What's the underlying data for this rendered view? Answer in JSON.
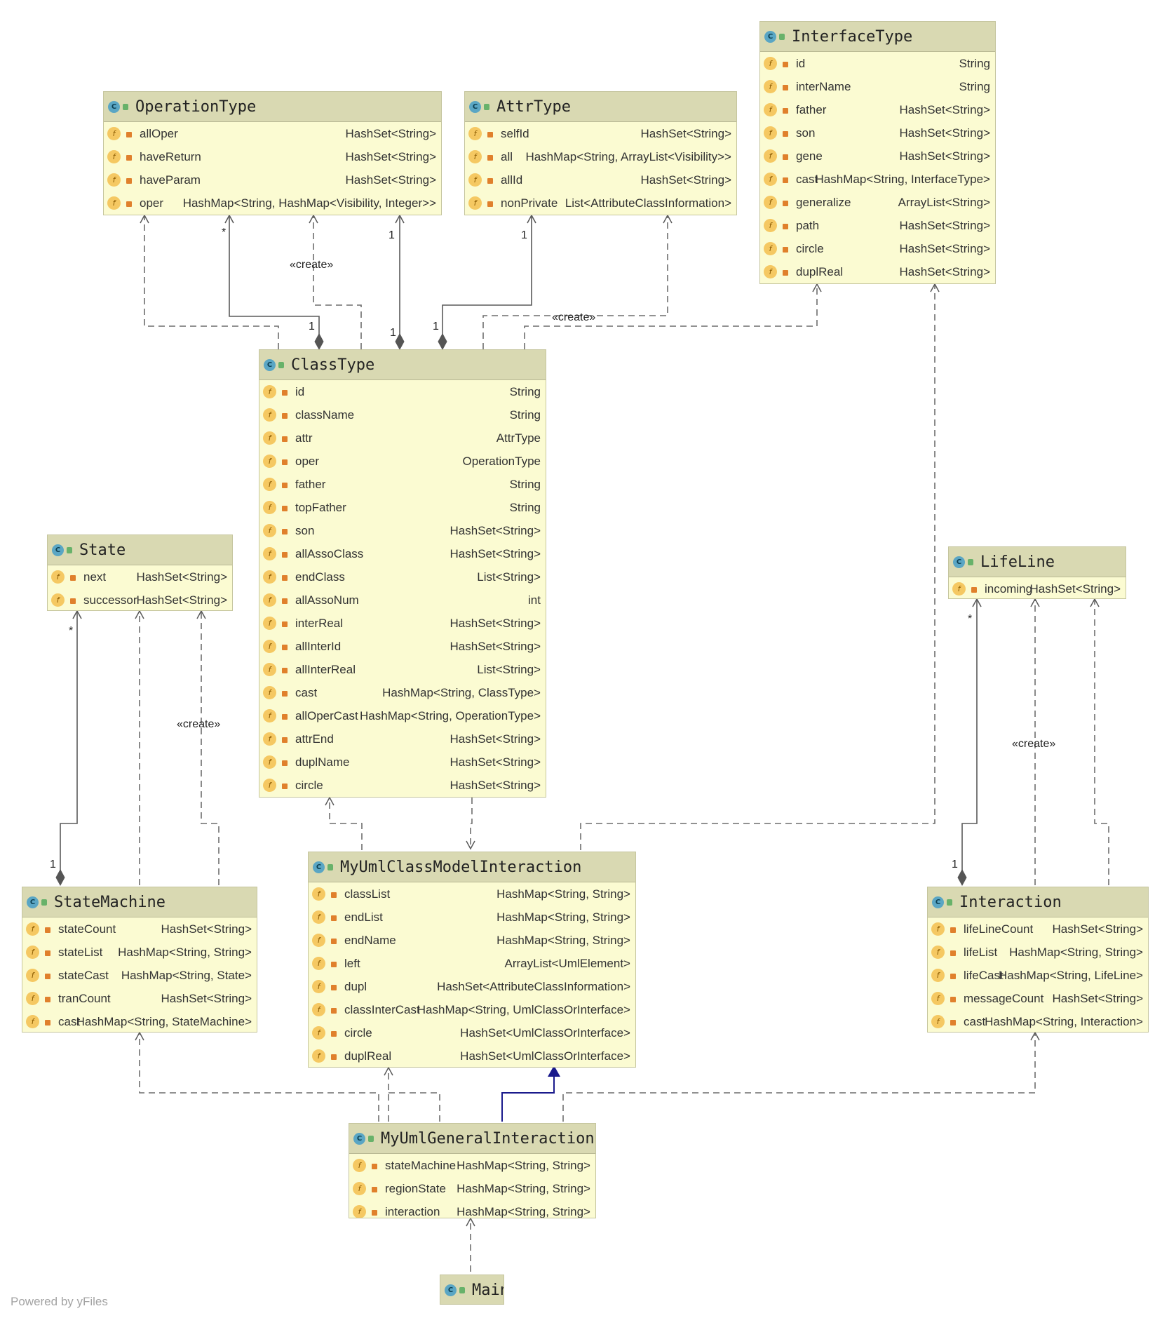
{
  "classes": {
    "interfacetype": {
      "name": "InterfaceType",
      "fields": [
        {
          "n": "id",
          "t": "String"
        },
        {
          "n": "interName",
          "t": "String"
        },
        {
          "n": "father",
          "t": "HashSet<String>"
        },
        {
          "n": "son",
          "t": "HashSet<String>"
        },
        {
          "n": "gene",
          "t": "HashSet<String>"
        },
        {
          "n": "cast",
          "t": "HashMap<String, InterfaceType>"
        },
        {
          "n": "generalize",
          "t": "ArrayList<String>"
        },
        {
          "n": "path",
          "t": "HashSet<String>"
        },
        {
          "n": "circle",
          "t": "HashSet<String>"
        },
        {
          "n": "duplReal",
          "t": "HashSet<String>"
        }
      ]
    },
    "operationtype": {
      "name": "OperationType",
      "fields": [
        {
          "n": "allOper",
          "t": "HashSet<String>"
        },
        {
          "n": "haveReturn",
          "t": "HashSet<String>"
        },
        {
          "n": "haveParam",
          "t": "HashSet<String>"
        },
        {
          "n": "oper",
          "t": "HashMap<String, HashMap<Visibility, Integer>>"
        }
      ]
    },
    "attrtype": {
      "name": "AttrType",
      "fields": [
        {
          "n": "selfId",
          "t": "HashSet<String>"
        },
        {
          "n": "all",
          "t": "HashMap<String, ArrayList<Visibility>>"
        },
        {
          "n": "allId",
          "t": "HashSet<String>"
        },
        {
          "n": "nonPrivate",
          "t": "List<AttributeClassInformation>"
        }
      ]
    },
    "classtype": {
      "name": "ClassType",
      "fields": [
        {
          "n": "id",
          "t": "String"
        },
        {
          "n": "className",
          "t": "String"
        },
        {
          "n": "attr",
          "t": "AttrType"
        },
        {
          "n": "oper",
          "t": "OperationType"
        },
        {
          "n": "father",
          "t": "String"
        },
        {
          "n": "topFather",
          "t": "String"
        },
        {
          "n": "son",
          "t": "HashSet<String>"
        },
        {
          "n": "allAssoClass",
          "t": "HashSet<String>"
        },
        {
          "n": "endClass",
          "t": "List<String>"
        },
        {
          "n": "allAssoNum",
          "t": "int"
        },
        {
          "n": "interReal",
          "t": "HashSet<String>"
        },
        {
          "n": "allInterId",
          "t": "HashSet<String>"
        },
        {
          "n": "allInterReal",
          "t": "List<String>"
        },
        {
          "n": "cast",
          "t": "HashMap<String, ClassType>"
        },
        {
          "n": "allOperCast",
          "t": "HashMap<String, OperationType>"
        },
        {
          "n": "attrEnd",
          "t": "HashSet<String>"
        },
        {
          "n": "duplName",
          "t": "HashSet<String>"
        },
        {
          "n": "circle",
          "t": "HashSet<String>"
        }
      ]
    },
    "state": {
      "name": "State",
      "fields": [
        {
          "n": "next",
          "t": "HashSet<String>"
        },
        {
          "n": "successor",
          "t": "HashSet<String>"
        }
      ]
    },
    "lifeline": {
      "name": "LifeLine",
      "fields": [
        {
          "n": "incoming",
          "t": "HashSet<String>"
        }
      ]
    },
    "myumlclassmodelinteraction": {
      "name": "MyUmlClassModelInteraction",
      "fields": [
        {
          "n": "classList",
          "t": "HashMap<String, String>"
        },
        {
          "n": "endList",
          "t": "HashMap<String, String>"
        },
        {
          "n": "endName",
          "t": "HashMap<String, String>"
        },
        {
          "n": "left",
          "t": "ArrayList<UmlElement>"
        },
        {
          "n": "dupl",
          "t": "HashSet<AttributeClassInformation>"
        },
        {
          "n": "classInterCast",
          "t": "HashMap<String, UmlClassOrInterface>"
        },
        {
          "n": "circle",
          "t": "HashSet<UmlClassOrInterface>"
        },
        {
          "n": "duplReal",
          "t": "HashSet<UmlClassOrInterface>"
        }
      ]
    },
    "statemachine": {
      "name": "StateMachine",
      "fields": [
        {
          "n": "stateCount",
          "t": "HashSet<String>"
        },
        {
          "n": "stateList",
          "t": "HashMap<String, String>"
        },
        {
          "n": "stateCast",
          "t": "HashMap<String, State>"
        },
        {
          "n": "tranCount",
          "t": "HashSet<String>"
        },
        {
          "n": "cast",
          "t": "HashMap<String, StateMachine>"
        }
      ]
    },
    "interaction": {
      "name": "Interaction",
      "fields": [
        {
          "n": "lifeLineCount",
          "t": "HashSet<String>"
        },
        {
          "n": "lifeList",
          "t": "HashMap<String, String>"
        },
        {
          "n": "lifeCast",
          "t": "HashMap<String, LifeLine>"
        },
        {
          "n": "messageCount",
          "t": "HashSet<String>"
        },
        {
          "n": "cast",
          "t": "HashMap<String, Interaction>"
        }
      ]
    },
    "myumlgeneralinteraction": {
      "name": "MyUmlGeneralInteraction",
      "fields": [
        {
          "n": "stateMachine",
          "t": "HashMap<String, String>"
        },
        {
          "n": "regionState",
          "t": "HashMap<String, String>"
        },
        {
          "n": "interaction",
          "t": "HashMap<String, String>"
        }
      ]
    },
    "main": {
      "name": "Main",
      "fields": []
    }
  },
  "labels": {
    "create1": "«create»",
    "create2": "«create»",
    "create3": "«create»",
    "create4": "«create»",
    "m_op_star": "*",
    "m_op_1a": "1",
    "m_ct_1a": "1",
    "m_ct_1b": "1",
    "m_attr_1": "1",
    "m_ct_1c": "1",
    "m_state_star": "*",
    "m_sm_1": "1",
    "m_life_star": "*",
    "m_int_1": "1"
  },
  "icons": {
    "class": "C",
    "field": "f"
  },
  "colors": {
    "class_fill": "#fbfbd2",
    "class_header": "#d9d9b2",
    "generalization": "#1a1a8c",
    "line": "#5a5a5a"
  },
  "footer": "Powered by yFiles"
}
